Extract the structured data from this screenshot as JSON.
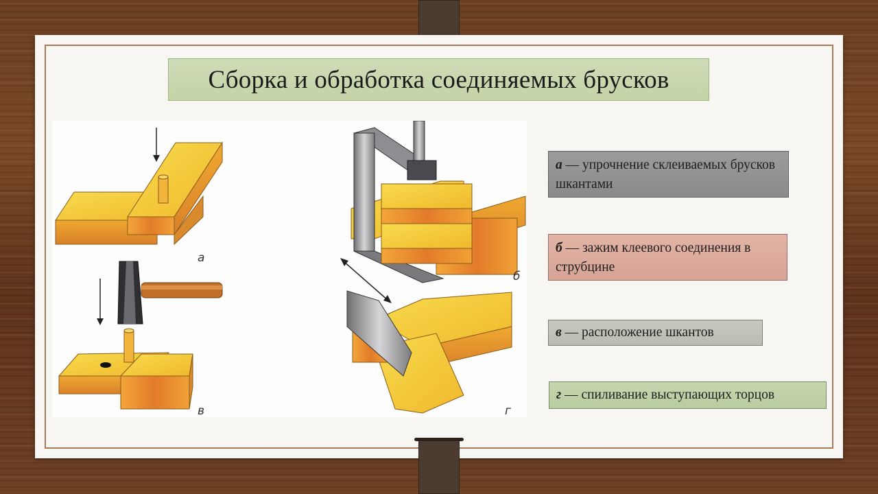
{
  "title": "Сборка и обработка соединяемых брусков",
  "figure_labels": {
    "a": "а",
    "b": "б",
    "v": "в",
    "g": "г"
  },
  "captions": [
    {
      "letter": "а",
      "text": " — упрочнение склеиваемых брусков шкантами",
      "color": "#8f8f8f"
    },
    {
      "letter": "б",
      "text": " — зажим клеевого соединения в струбцине",
      "color": "#dcaa9c"
    },
    {
      "letter": "в",
      "text": " — расположение шкантов",
      "color": "#c2c1b8"
    },
    {
      "letter": "г",
      "text": " — спиливание выступающих торцов",
      "color": "#c0d1a7"
    }
  ],
  "colors": {
    "wood": "#f2c531",
    "wood_dark": "#d9892a",
    "end_grain": "#e07a2a",
    "paper": "#f7f6f3",
    "frame": "#a97a5a"
  }
}
